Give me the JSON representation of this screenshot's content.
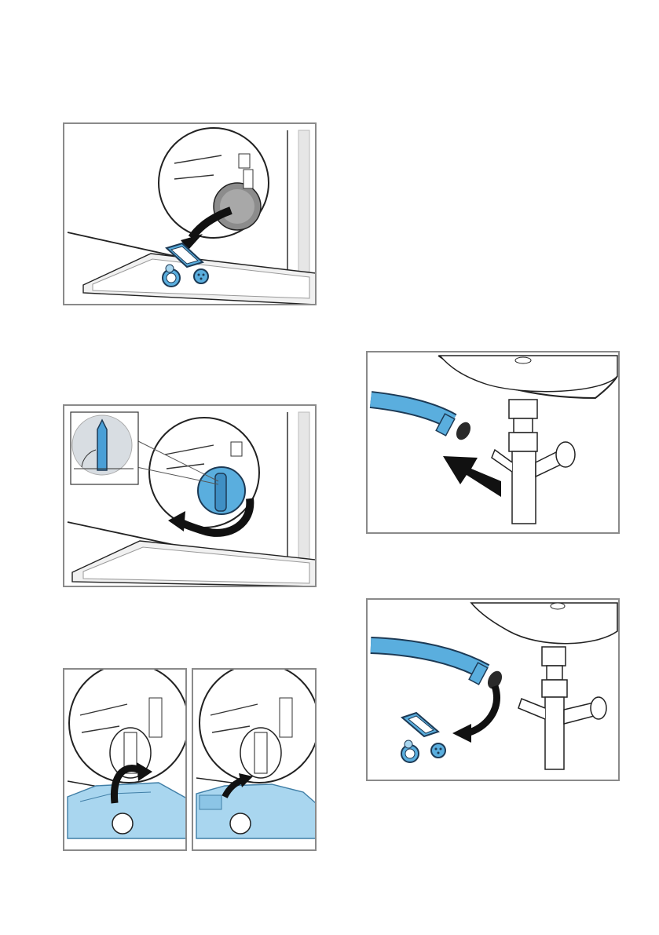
{
  "page": {
    "background": "#ffffff",
    "accent_blue": "#5aaede",
    "accent_light_blue": "#a9d6ef",
    "arrow_color": "#111111",
    "panel_border": "#8a8a8a"
  },
  "figures": [
    {
      "id": "drain-filter-removal",
      "icon": "pump-cover-open-icon"
    },
    {
      "id": "drain-filter-unscrew",
      "icon": "filter-rotate-icon"
    },
    {
      "id": "base-panel-step-1",
      "icon": "base-panel-lift-icon"
    },
    {
      "id": "base-panel-step-2",
      "icon": "base-panel-insert-icon"
    },
    {
      "id": "drain-hose-remove",
      "icon": "drain-hose-icon"
    },
    {
      "id": "drain-hose-parts",
      "icon": "hose-parts-icon"
    }
  ]
}
